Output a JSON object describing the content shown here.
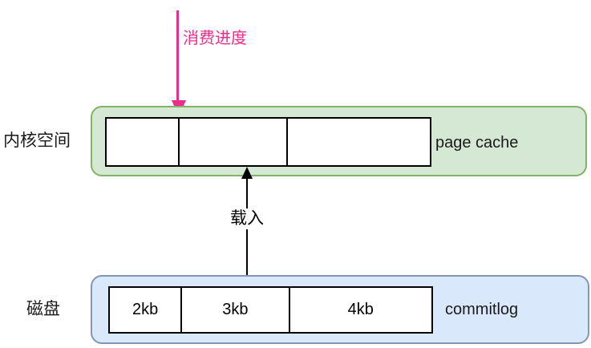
{
  "palette": {
    "pink": "#ed2d8c",
    "kernel_fill": "#d5e8d4",
    "kernel_border": "#82b366",
    "disk_fill": "#dae8fc",
    "disk_border": "#8496b4",
    "segment_border": "#000000",
    "background": "#ffffff"
  },
  "annotations": {
    "consume_progress_label": "消费进度",
    "load_label": "载入"
  },
  "kernel_space": {
    "row_label": "内核空间",
    "box_label": "page cache",
    "segments": [
      "",
      "",
      ""
    ]
  },
  "disk": {
    "row_label": "磁盘",
    "box_label": "commitlog",
    "segments": [
      "2kb",
      "3kb",
      "4kb"
    ]
  }
}
